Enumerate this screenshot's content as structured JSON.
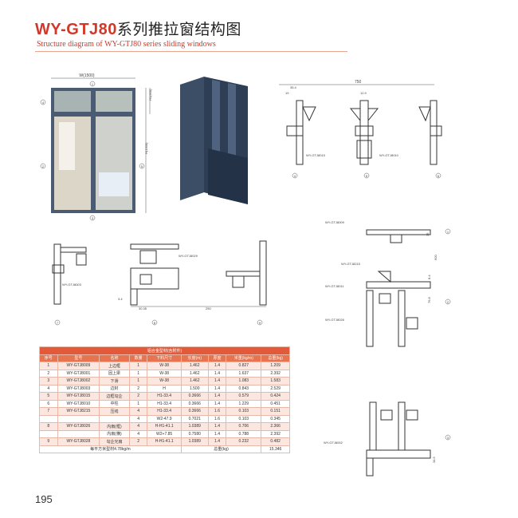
{
  "title": {
    "code": "WY-GTJ80",
    "cn": "系列推拉窗结构图"
  },
  "subtitle": "Structure diagram of WY-GTJ80 series sliding windows",
  "page_number": "195",
  "elevation": {
    "width_label": "W(1500)",
    "height_top_label": "H1(600)",
    "height_label": "H(1500)",
    "markers": [
      "1",
      "2",
      "3",
      "4",
      "5"
    ]
  },
  "section_top": {
    "dim_total": "750",
    "dim_a": "35.4",
    "dim_b": "19",
    "dim_c": "12.9",
    "parts": [
      "WY-GTJ8015",
      "WY-GTJ8010"
    ],
    "markers": [
      "4",
      "5",
      "6"
    ]
  },
  "section_mid": {
    "parts": [
      "WY-GTJ8029",
      "WY-GTJ8003"
    ],
    "dim_a": "3.4",
    "dim_b": "30.35",
    "dim_c": "250",
    "markers": [
      "7",
      "8",
      "9"
    ]
  },
  "section_right": {
    "parts": [
      "WY-GTJ8009",
      "WY-GTJ8215",
      "WY-GTJ8011",
      "WY-GTJ8026"
    ],
    "dims": [
      "35",
      "600",
      "8.4",
      "76.8"
    ],
    "markers": [
      "1",
      "2"
    ]
  },
  "section_bottom": {
    "part": "WY-GTJ8002",
    "dim": "34.5",
    "marker": "3"
  },
  "table": {
    "caption": "铝合金型材(含附件)",
    "headers": [
      "序号",
      "型号",
      "名称",
      "数量",
      "下料尺寸",
      "长度(m)",
      "厚度",
      "米重(kg/m)",
      "总重(kg)"
    ],
    "rows": [
      [
        "1",
        "WY-GTJ8009",
        "上边框",
        "1",
        "W-38",
        "1.462",
        "1.4",
        "0.827",
        "1.209"
      ],
      [
        "2",
        "WY-GTJ8001",
        "固上梁",
        "1",
        "W-38",
        "1.462",
        "1.4",
        "1.637",
        "2.392"
      ],
      [
        "3",
        "WY-GTJ8002",
        "下滑",
        "1",
        "W-38",
        "1.462",
        "1.4",
        "1.083",
        "1.583"
      ],
      [
        "4",
        "WY-GTJ8003",
        "边封",
        "2",
        "H",
        "1.500",
        "1.4",
        "0.843",
        "2.529"
      ],
      [
        "5",
        "WY-GTJ8015",
        "边框勾企",
        "2",
        "H1-33.4",
        "0.3666",
        "1.4",
        "0.579",
        "0.424"
      ],
      [
        "6",
        "WY-GTJ8010",
        "中柱",
        "1",
        "H1-33.4",
        "0.3666",
        "1.4",
        "1.229",
        "0.451"
      ],
      [
        "7",
        "WY-GTJ8215",
        "压线",
        "4",
        "H1-33.4",
        "0.3666",
        "1.6",
        "0.103",
        "0.151"
      ],
      [
        "",
        "",
        "",
        "4",
        "W2-47.9",
        "0.7021",
        "1.6",
        "0.103",
        "0.345"
      ],
      [
        "8",
        "WY-GTJ8026",
        "内扇(框)",
        "4",
        "H-H1-41.1",
        "1.0389",
        "1.4",
        "0.706",
        "2.366"
      ],
      [
        "",
        "",
        "内扇(横)",
        "4",
        "W2+7.85",
        "0.7580",
        "1.4",
        "0.788",
        "2.392"
      ],
      [
        "9",
        "WY-GTJ8028",
        "勾企光扇",
        "2",
        "H-H1-41.1",
        "1.0389",
        "1.4",
        "0.232",
        "0.482"
      ]
    ],
    "footer_left": "每平方米型材4.78kg/m",
    "footer_right_label": "总重(kg)",
    "footer_total": "15.346"
  }
}
